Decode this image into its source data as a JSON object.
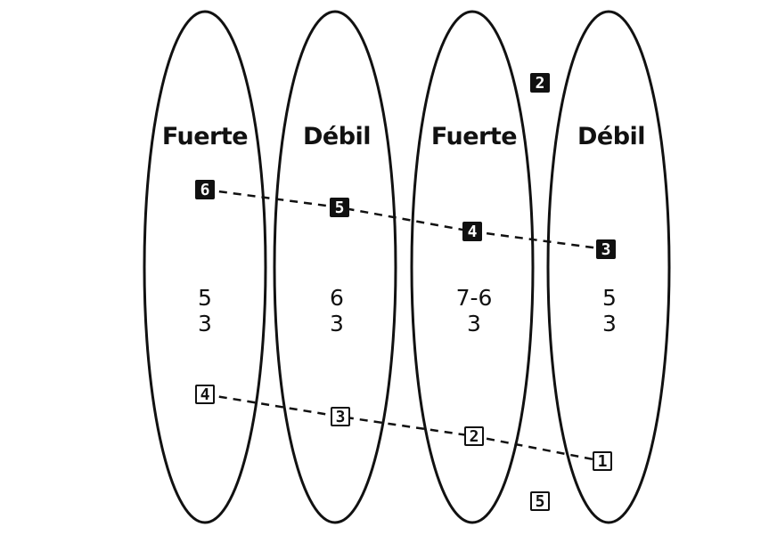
{
  "columns": [
    {
      "label": "Fuerte",
      "values": [
        "5",
        "3"
      ]
    },
    {
      "label": "Débil",
      "values": [
        "6",
        "3"
      ]
    },
    {
      "label": "Fuerte",
      "values": [
        "7-6",
        "3"
      ]
    },
    {
      "label": "Débil",
      "values": [
        "5",
        "3"
      ]
    }
  ],
  "dark_markers": [
    "6",
    "5",
    "4",
    "3",
    "2"
  ],
  "light_markers": [
    "4",
    "3",
    "2",
    "1",
    "5"
  ],
  "colors": {
    "stroke": "#111111",
    "background": "#ffffff"
  }
}
